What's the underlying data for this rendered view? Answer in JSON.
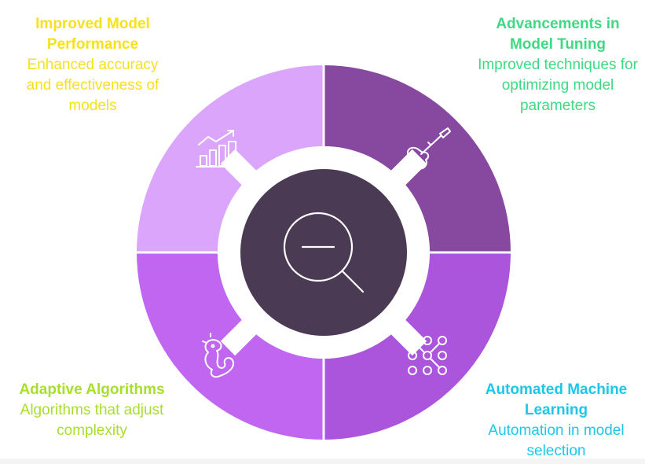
{
  "colors": {
    "top_left": "#dba5fb",
    "top_right": "#8748a0",
    "bottom_right": "#aa55dc",
    "bottom_left": "#c066f0",
    "center": "#4b3a53",
    "yellow_text": "#f6e21c",
    "green_text": "#3fd985",
    "lime_text": "#a8df2c",
    "cyan_text": "#1ec7ea"
  },
  "center_icon": "magnifier-minus-icon",
  "segments": [
    {
      "id": "tl",
      "title": "Improved Model Performance",
      "description": "Enhanced accuracy and effectiveness of models",
      "icon": "bar-chart-trend-icon"
    },
    {
      "id": "tr",
      "title": "Advancements in Model Tuning",
      "description": "Improved techniques for optimizing model parameters",
      "icon": "guitar-icon"
    },
    {
      "id": "br",
      "title": "Automated Machine Learning",
      "description": "Automation in model selection",
      "icon": "dot-grid-network-icon"
    },
    {
      "id": "bl",
      "title": "Adaptive Algorithms",
      "description": "Algorithms that adjust complexity",
      "icon": "seahorse-icon"
    }
  ]
}
